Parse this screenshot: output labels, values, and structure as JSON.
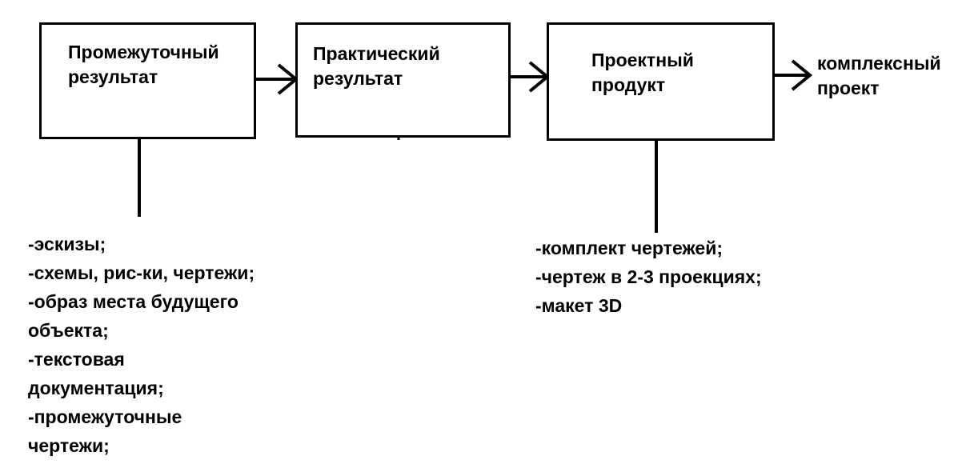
{
  "boxes": [
    {
      "label": "Промежуточный\nрезультат"
    },
    {
      "label": "Практический\nрезультат"
    },
    {
      "label": "Проектный\nпродукт"
    }
  ],
  "outcome": {
    "label": "комплексный\nпроект"
  },
  "intermediate_items": [
    "-эскизы;",
    "-схемы, рис-ки, чертежи;",
    "-образ места будущего",
    "объекта;",
    "-текстовая",
    "документация;",
    "-промежуточные",
    "чертежи;"
  ],
  "product_items": [
    "-комплект чертежей;",
    "-чертеж в 2-3 проекциях;",
    "-макет 3D"
  ]
}
